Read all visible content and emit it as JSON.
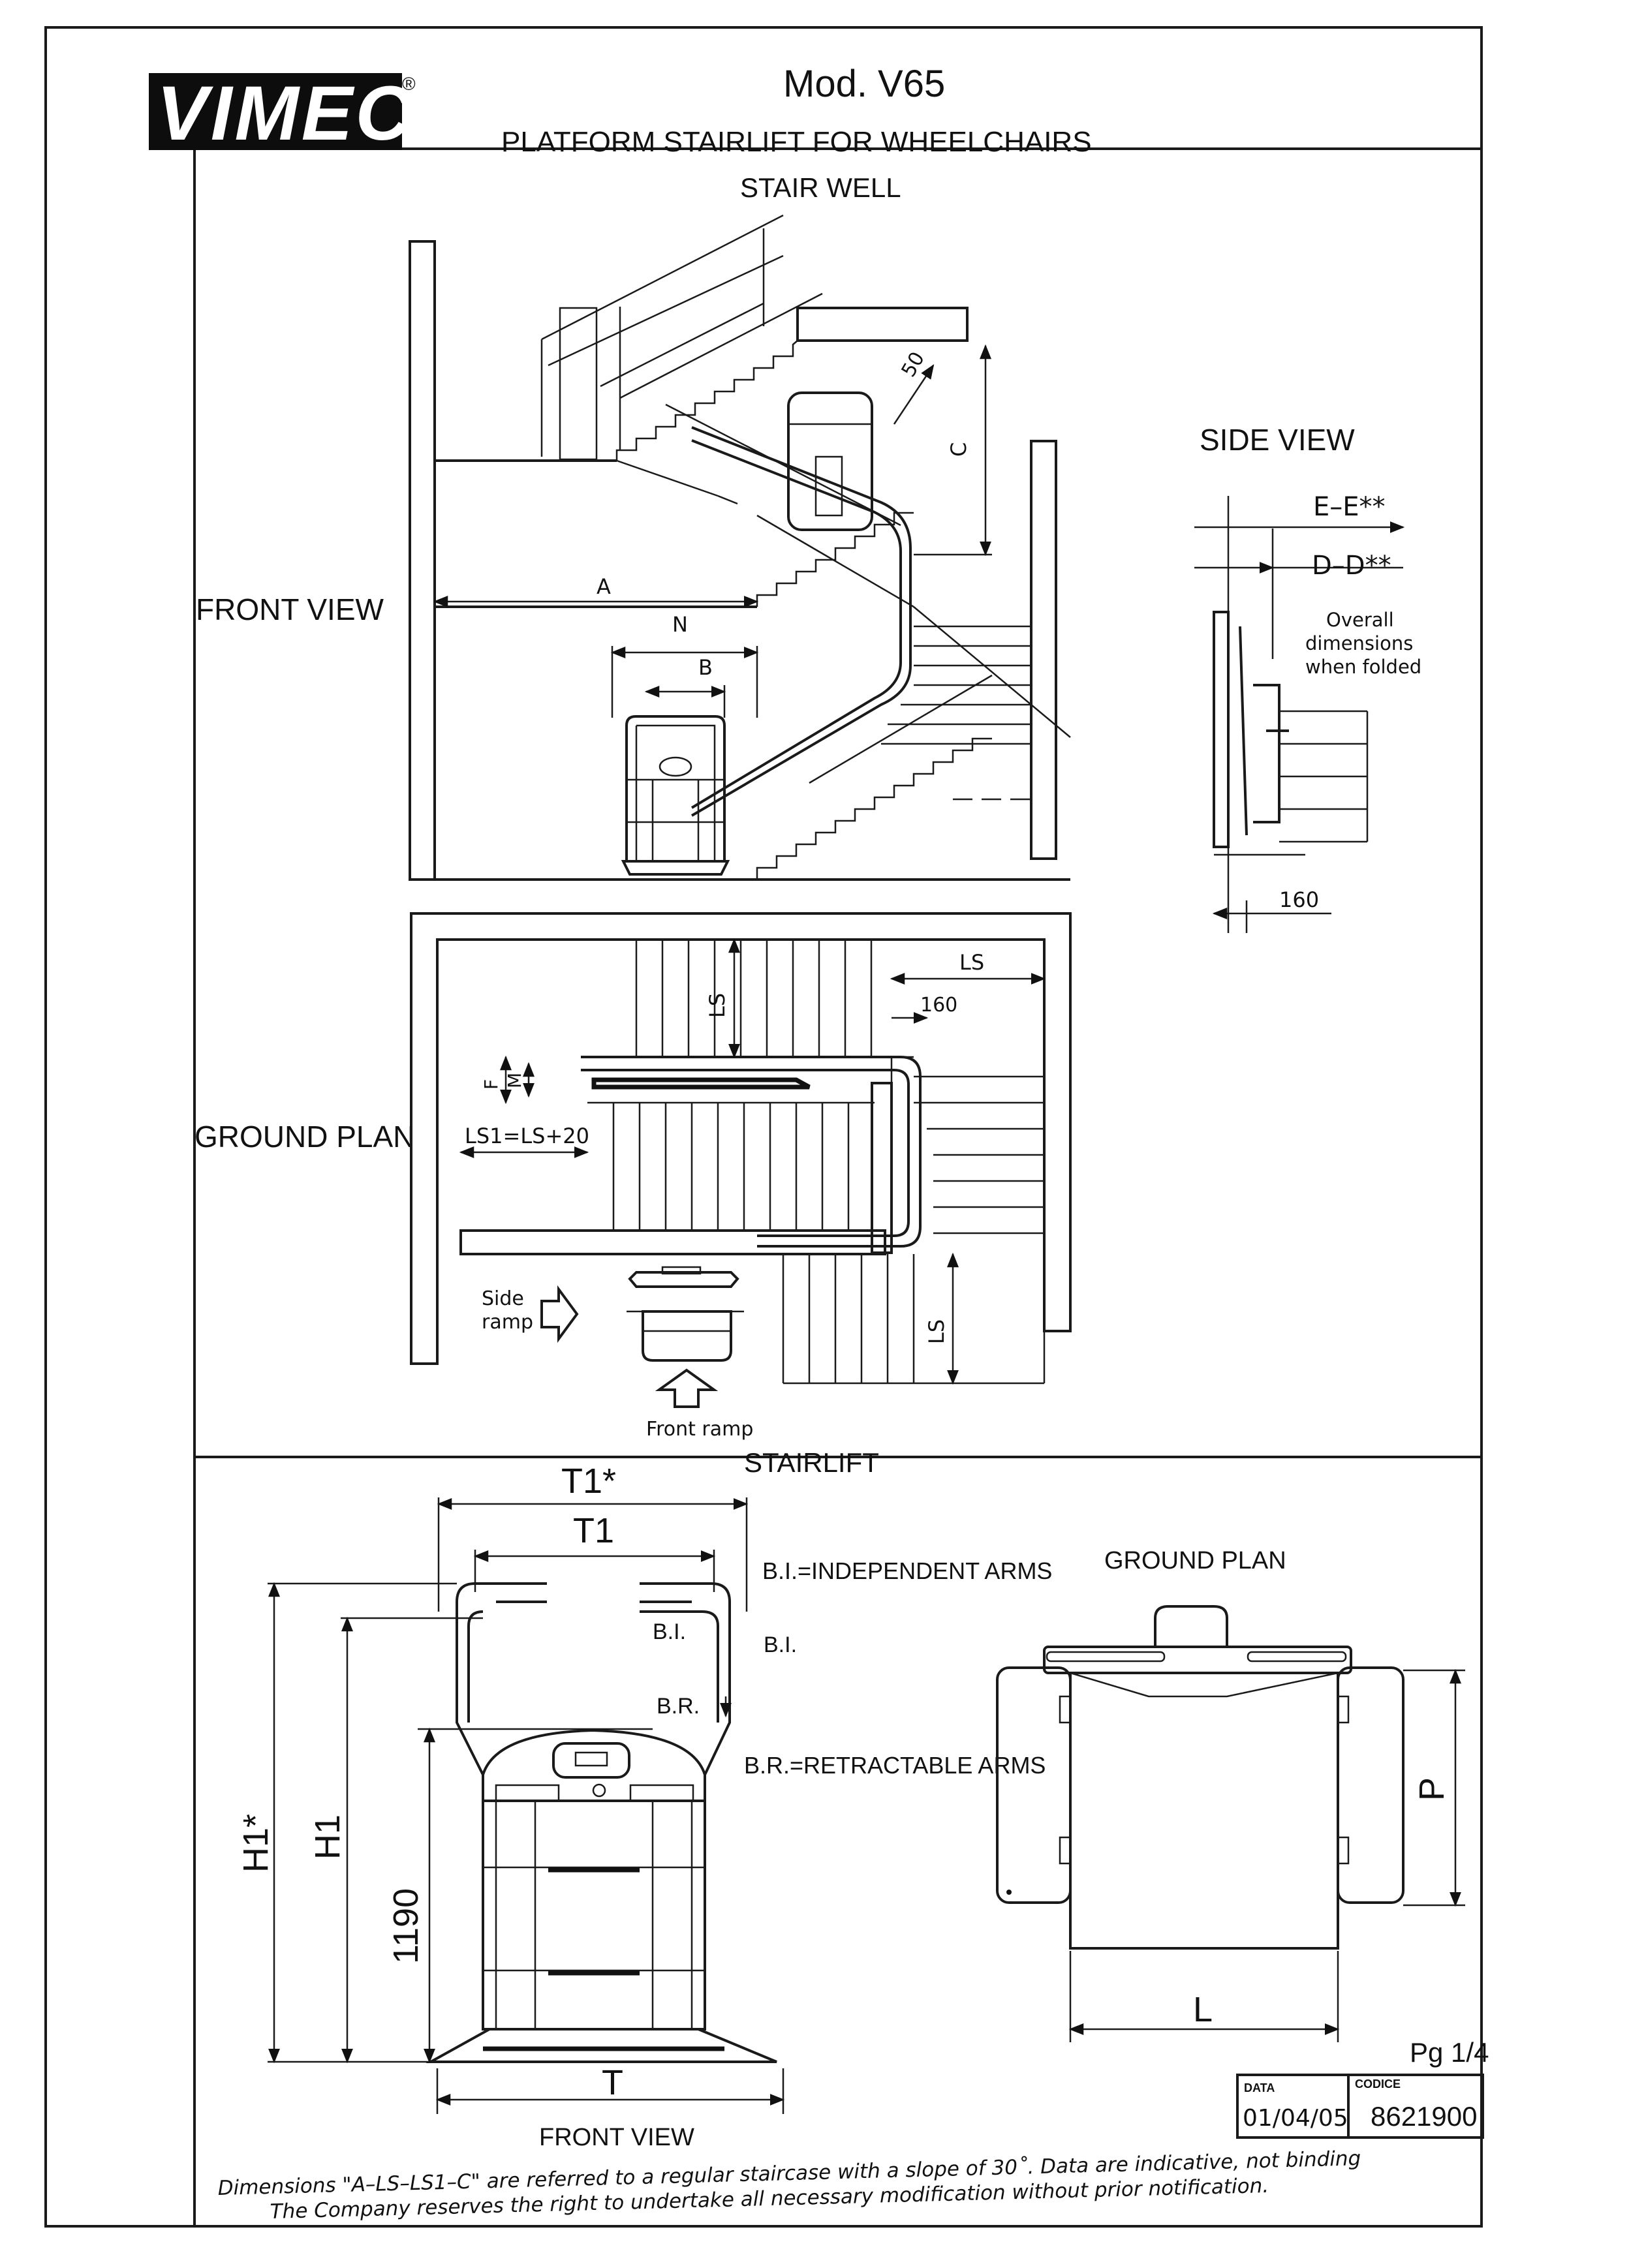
{
  "header": {
    "logo": "VIMEC",
    "registered": "®",
    "model": "Mod.  V65",
    "subtitle": "PLATFORM STAIRLIFT FOR WHEELCHAIRS"
  },
  "stairwell": {
    "title": "STAIR WELL",
    "front_view": "FRONT VIEW",
    "ground_plan": "GROUND PLAN",
    "dims": {
      "A": "A",
      "N": "N",
      "B": "B",
      "C": "C",
      "fifty": "50",
      "LS_a": "LS",
      "LS_b": "LS",
      "LS_c": "LS",
      "d160": "160",
      "F": "F",
      "M": "M",
      "LS1": "LS1=LS+20"
    },
    "side_ramp_1": "Side",
    "side_ramp_2": "ramp",
    "front_ramp": "Front ramp"
  },
  "side_view": {
    "title": "SIDE VIEW",
    "EE": "E–E**",
    "DD": "D–D**",
    "note_1": "Overall",
    "note_2": "dimensions",
    "note_3": "when folded",
    "d160": "160"
  },
  "stairlift": {
    "title": "STAIRLIFT",
    "T1star": "T1*",
    "T1": "T1",
    "T": "T",
    "H1star": "H1*",
    "H1": "H1",
    "h1190": "1190",
    "BI_legend": "B.I.=INDEPENDENT ARMS",
    "BI_a": "B.I.",
    "BI_b": "B.I.",
    "BR": "B.R.",
    "BR_legend": "B.R.=RETRACTABLE ARMS",
    "front_view": "FRONT VIEW",
    "ground_plan": "GROUND PLAN",
    "P": "P",
    "L": "L"
  },
  "title_block": {
    "page": "Pg 1/4",
    "data_label": "DATA",
    "data_value": "01/04/05",
    "codice_label": "CODICE",
    "codice_value": "8621900"
  },
  "footer": {
    "line1": "Dimensions \"A–LS–LS1–C\" are referred to a regular staircase with a slope of 30˚. Data are indicative, not binding",
    "line2": "The Company reserves the right to undertake all necessary modification without prior notification."
  }
}
